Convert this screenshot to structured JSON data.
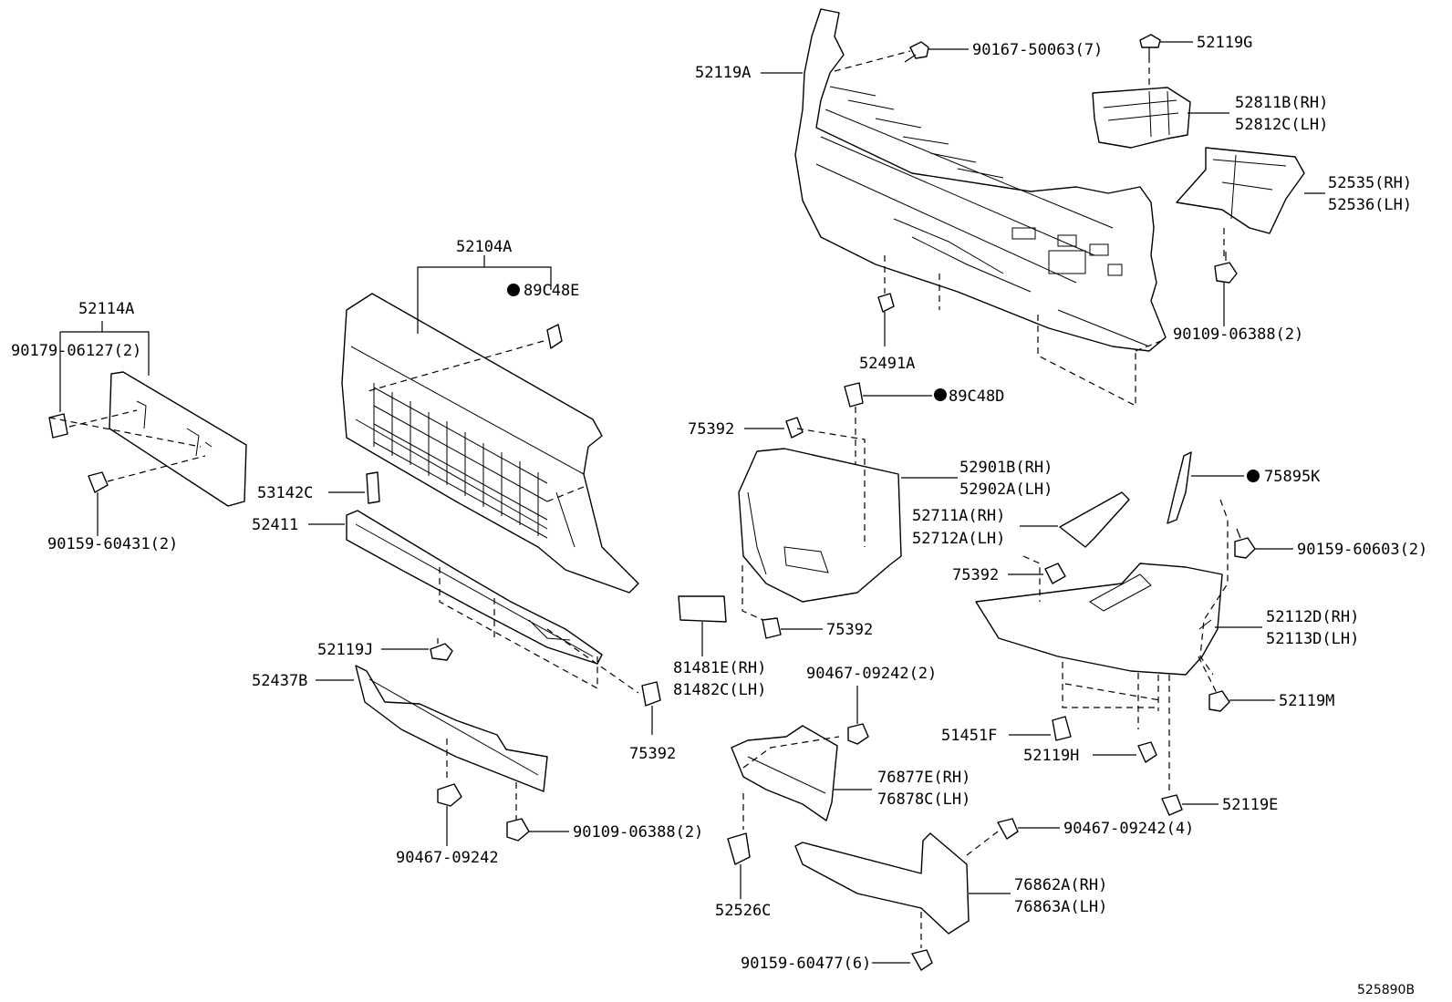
{
  "diagram": {
    "code": "525890B",
    "labels": {
      "p52119A": "52119A",
      "p90167": "90167-50063(7)",
      "p52119G": "52119G",
      "p52811B": "52811B(RH)",
      "p52812C": "52812C(LH)",
      "p52535": "52535(RH)",
      "p52536": "52536(LH)",
      "p90109_top": "90109-06388(2)",
      "p52491A": "52491A",
      "p89C48D": "89C48D",
      "p52104A": "52104A",
      "p89C48E": "89C48E",
      "p52114A": "52114A",
      "p90179": "90179-06127(2)",
      "p90159_60431": "90159-60431(2)",
      "p53142C": "53142C",
      "p52411": "52411",
      "p52119J": "52119J",
      "p52437B": "52437B",
      "p90467_single": "90467-09242",
      "p90109_bottom": "90109-06388(2)",
      "p75392_a": "75392",
      "p75392_b": "75392",
      "p75392_c": "75392",
      "p75392_d": "75392",
      "p52901B": "52901B(RH)",
      "p52902A": "52902A(LH)",
      "p52711A": "52711A(RH)",
      "p52712A": "52712A(LH)",
      "p81481E": "81481E(RH)",
      "p81482C": "81482C(LH)",
      "p90467_2": "90467-09242(2)",
      "p76877E": "76877E(RH)",
      "p76878C": "76878C(LH)",
      "p52526C": "52526C",
      "p90159_60477": "90159-60477(6)",
      "p75895K": "75895K",
      "p90159_60603": "90159-60603(2)",
      "p52112D": "52112D(RH)",
      "p52113D": "52113D(LH)",
      "p52119M": "52119M",
      "p51451F": "51451F",
      "p52119H": "52119H",
      "p52119E": "52119E",
      "p90467_4": "90467-09242(4)",
      "p76862A": "76862A(RH)",
      "p76863A": "76863A(LH)"
    }
  }
}
